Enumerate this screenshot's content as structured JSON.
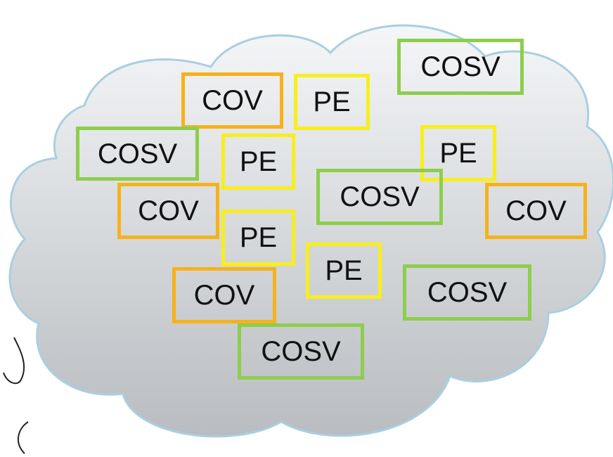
{
  "colors": {
    "cosv_border": "#8dce4d",
    "cov_border": "#f6b21a",
    "pe_border": "#f7ef1c",
    "cloud_fill_top": "#f4f6f8",
    "cloud_fill_bottom": "#b9bcc0",
    "cloud_outline": "#a9cfe0"
  },
  "icons": [
    "cloud-shape",
    "hand-sketch"
  ],
  "labels": [
    {
      "kind": "cosv",
      "text": "COSV"
    },
    {
      "kind": "cov",
      "text": "COV"
    },
    {
      "kind": "pe",
      "text": "PE"
    },
    {
      "kind": "cosv",
      "text": "COSV"
    },
    {
      "kind": "pe",
      "text": "PE"
    },
    {
      "kind": "pe",
      "text": "PE"
    },
    {
      "kind": "cosv",
      "text": "COSV"
    },
    {
      "kind": "cov",
      "text": "COV"
    },
    {
      "kind": "cov",
      "text": "COV"
    },
    {
      "kind": "pe",
      "text": "PE"
    },
    {
      "kind": "pe",
      "text": "PE"
    },
    {
      "kind": "cov",
      "text": "COV"
    },
    {
      "kind": "cosv",
      "text": "COSV"
    },
    {
      "kind": "cosv",
      "text": "COSV"
    }
  ]
}
